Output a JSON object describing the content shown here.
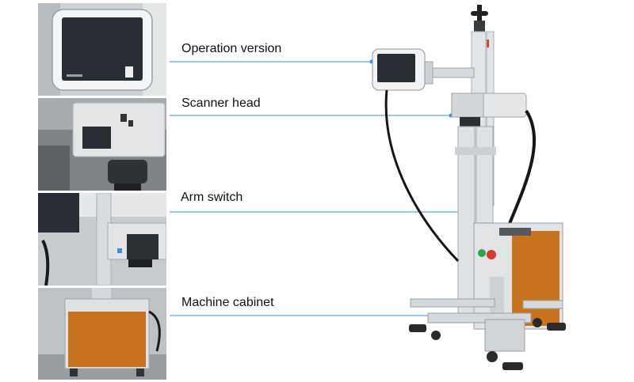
{
  "callouts": [
    {
      "label": "Operation version"
    },
    {
      "label": "Scanner head"
    },
    {
      "label": "Arm switch"
    },
    {
      "label": "Machine cabinet"
    }
  ],
  "colors": {
    "leader_line": "#3a8fd6",
    "leader_dot": "#3a8fd6",
    "cabinet_panel": "#c8741e",
    "frame_aluminium": "#d3d7db",
    "screen": "#2a2d33"
  },
  "icons": {
    "operation": "touchscreen-icon",
    "scanner": "scanner-head-icon",
    "arm": "arm-switch-icon",
    "cabinet": "cabinet-icon"
  }
}
